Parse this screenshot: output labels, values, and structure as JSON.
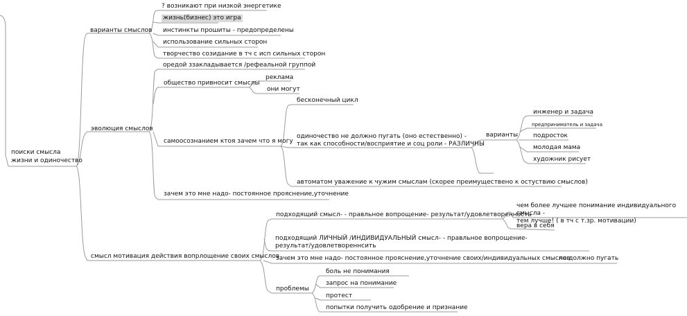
{
  "root": "поиски смысла\nжизни и одиночество",
  "branches": {
    "variants": {
      "label": "варианты смыслов",
      "items": [
        "?  возникают при низкой энергетике",
        "жизнь(бизнес) это игра",
        "инстинкты прошиты - предопределены",
        "использование сильных сторон",
        "творчество созидание в тч с исп сильных сторон"
      ]
    },
    "evolution": {
      "label": "эволюция смыслов",
      "env": "оредой ззакладывается /рефеальной группой",
      "society": {
        "label": "общество привносит смыслы",
        "items": [
          "реклама",
          "они могут"
        ]
      },
      "self": {
        "label": "самоосознанием ктоя зачем что я могу",
        "cycle": "бесконечный цикл",
        "loneliness": "одиночество не должно пугать (оно естественно) -\nтак как    способности/восприятие  и соц роли - РАЗЛИЧНЫ",
        "variants_label": "варианты",
        "variants": [
          "инженер и задача",
          "предприниматель и задача",
          "подросток",
          "молодая мама",
          "художник рисует"
        ],
        "respect": "автоматом уважение к чужим смыслам (скорее преимуществено к остуствию смыслов)"
      },
      "why": "зачем это мне надо- постоянное прояснение,уточнение"
    },
    "motivation": {
      "label": "смысл мотивация действия вопрлощение своих смыслов",
      "fit": "подходящий смысл- - правльное вопрощение- результат/удовлетворенность",
      "fit_better": "чем более лучшее понимание индивидуального смысла -\nтем лучше!  ( в тч с т.зр. мотивации)",
      "faith": "вера   в себя",
      "personal": "подходящий ЛИЧНЫЙ /ИНДИВИДУАЛЬНЫЙ смысл- - правльное вопрощение-\nрезультат/удовлетвореннсить",
      "why2": "зачем это мне надо- постоянное прояснение,уточнение своих/индивидуальных  смыслов",
      "not_scare": "не должно пугать",
      "problems": {
        "label": "проблемы",
        "items": [
          "боль не понимания",
          "запрос на понимание",
          "протест",
          "попытки получить одобрение и признание"
        ]
      }
    }
  }
}
